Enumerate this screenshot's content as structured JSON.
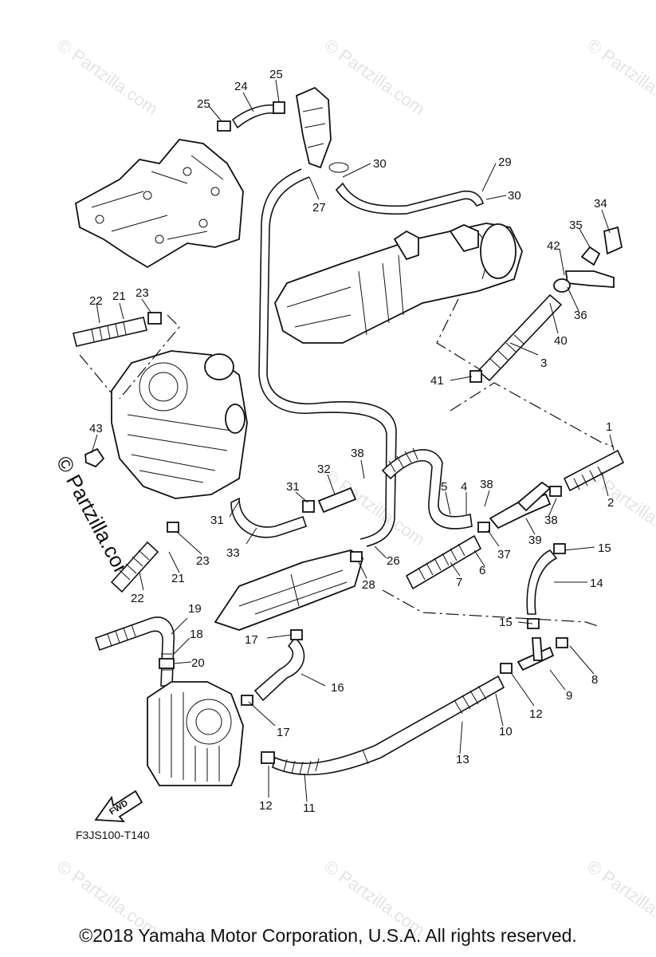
{
  "watermark_text": "© Partzilla.com",
  "diagram_code": "F3JS100-T140",
  "fwd_label": "FWD",
  "copyright": "©2018  Yamaha Motor Corporation, U.S.A. All rights reserved.",
  "callouts": [
    "1",
    "2",
    "3",
    "4",
    "5",
    "6",
    "7",
    "8",
    "9",
    "10",
    "11",
    "12",
    "12",
    "13",
    "14",
    "15",
    "15",
    "16",
    "17",
    "17",
    "18",
    "19",
    "20",
    "21",
    "21",
    "22",
    "22",
    "23",
    "23",
    "24",
    "25",
    "25",
    "26",
    "27",
    "28",
    "29",
    "30",
    "30",
    "31",
    "31",
    "32",
    "33",
    "34",
    "35",
    "36",
    "37",
    "38",
    "38",
    "38",
    "39",
    "40",
    "41",
    "42",
    "43"
  ]
}
